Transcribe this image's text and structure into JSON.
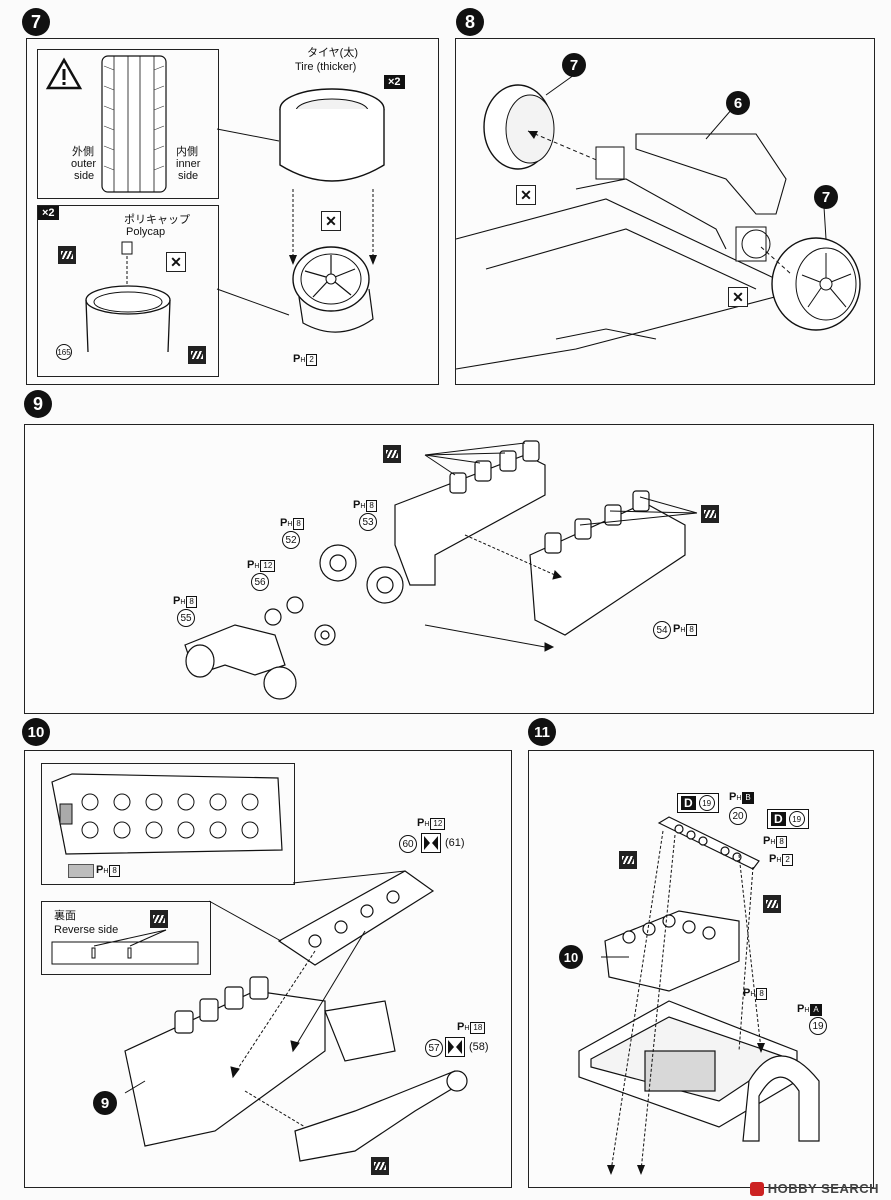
{
  "steps": {
    "s7": {
      "num": "7",
      "tire_ja": "タイヤ(太)",
      "tire_en": "Tire (thicker)",
      "x2_a": "×2",
      "outer_ja": "外側",
      "outer_en1": "outer",
      "outer_en2": "side",
      "inner_ja": "内側",
      "inner_en1": "inner",
      "inner_en2": "side",
      "x2_b": "×2",
      "polycap_ja": "ポリキャップ",
      "polycap_en": "Polycap",
      "part_165": "165",
      "ph_num": "2"
    },
    "s8": {
      "num": "8",
      "callout_7a": "7",
      "callout_6": "6",
      "callout_7b": "7"
    },
    "s9": {
      "num": "9",
      "p53": "53",
      "p52": "52",
      "p56": "56",
      "p55": "55",
      "p54": "54",
      "ph8a": "8",
      "ph8b": "8",
      "ph12": "12",
      "ph8c": "8",
      "ph8d": "8"
    },
    "s10": {
      "num": "10",
      "ph8_swatch": "8",
      "reverse_ja": "裏面",
      "reverse_en": "Reverse side",
      "ph12": "12",
      "p60": "60",
      "p61": "(61)",
      "ph18": "18",
      "p57": "57",
      "p58": "(58)",
      "callout_9": "9"
    },
    "s11": {
      "num": "11",
      "d_letter_a": "D",
      "d19a": "19",
      "phB": "B",
      "p20": "20",
      "d_letter_b": "D",
      "d19b": "19",
      "ph8a": "8",
      "ph2": "2",
      "callout_10": "10",
      "ph8b": "8",
      "phA": "A",
      "p19": "19"
    }
  },
  "ph_label": "P",
  "ph_sub": "H",
  "footer": "HOBBY SEARCH",
  "icons": {
    "warning": "warning-triangle-icon",
    "glue": "cement-glue-icon",
    "noglue": "no-glue-icon"
  }
}
